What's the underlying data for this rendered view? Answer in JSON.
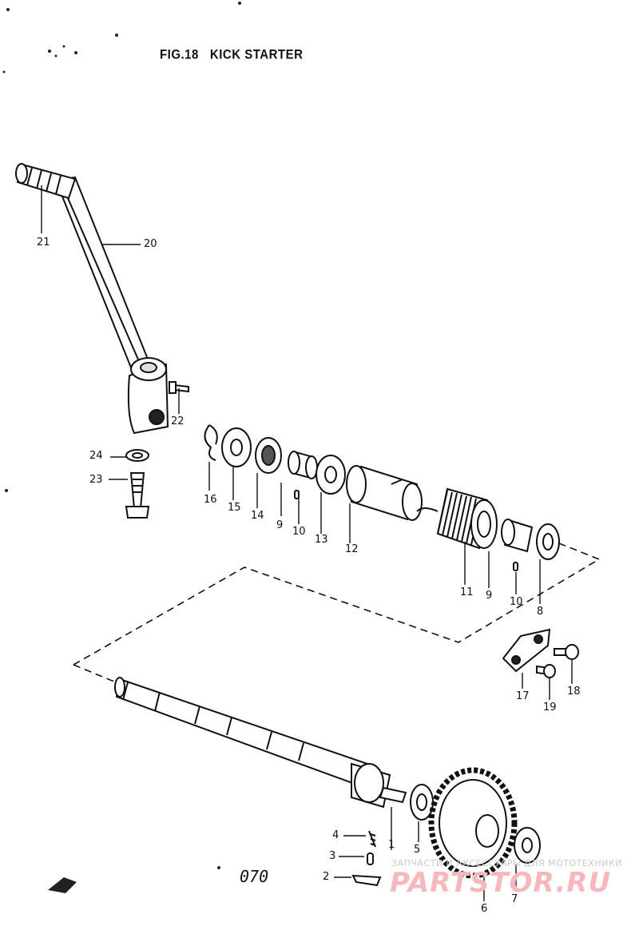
{
  "figure": {
    "fig_label": "FIG.18",
    "title": "KICK STARTER",
    "page_number": "070"
  },
  "callouts": [
    {
      "id": "c1",
      "label": "1"
    },
    {
      "id": "c2",
      "label": "2"
    },
    {
      "id": "c3",
      "label": "3"
    },
    {
      "id": "c4",
      "label": "4"
    },
    {
      "id": "c5",
      "label": "5"
    },
    {
      "id": "c6",
      "label": "6"
    },
    {
      "id": "c7",
      "label": "7"
    },
    {
      "id": "c8",
      "label": "8"
    },
    {
      "id": "c9a",
      "label": "9"
    },
    {
      "id": "c9b",
      "label": "9"
    },
    {
      "id": "c10a",
      "label": "10"
    },
    {
      "id": "c10b",
      "label": "10"
    },
    {
      "id": "c11",
      "label": "11"
    },
    {
      "id": "c12",
      "label": "12"
    },
    {
      "id": "c13",
      "label": "13"
    },
    {
      "id": "c14",
      "label": "14"
    },
    {
      "id": "c15",
      "label": "15"
    },
    {
      "id": "c16",
      "label": "16"
    },
    {
      "id": "c17",
      "label": "17"
    },
    {
      "id": "c18",
      "label": "18"
    },
    {
      "id": "c19",
      "label": "19"
    },
    {
      "id": "c20",
      "label": "20"
    },
    {
      "id": "c21",
      "label": "21"
    },
    {
      "id": "c22",
      "label": "22"
    },
    {
      "id": "c23",
      "label": "23"
    },
    {
      "id": "c24",
      "label": "24"
    }
  ],
  "watermark": {
    "tagline": "ЗАПЧАСТИ И АКСЕССУАРЫ ДЛЯ МОТОТЕХНИКИ",
    "brand": "PARTSTOR.RU"
  }
}
